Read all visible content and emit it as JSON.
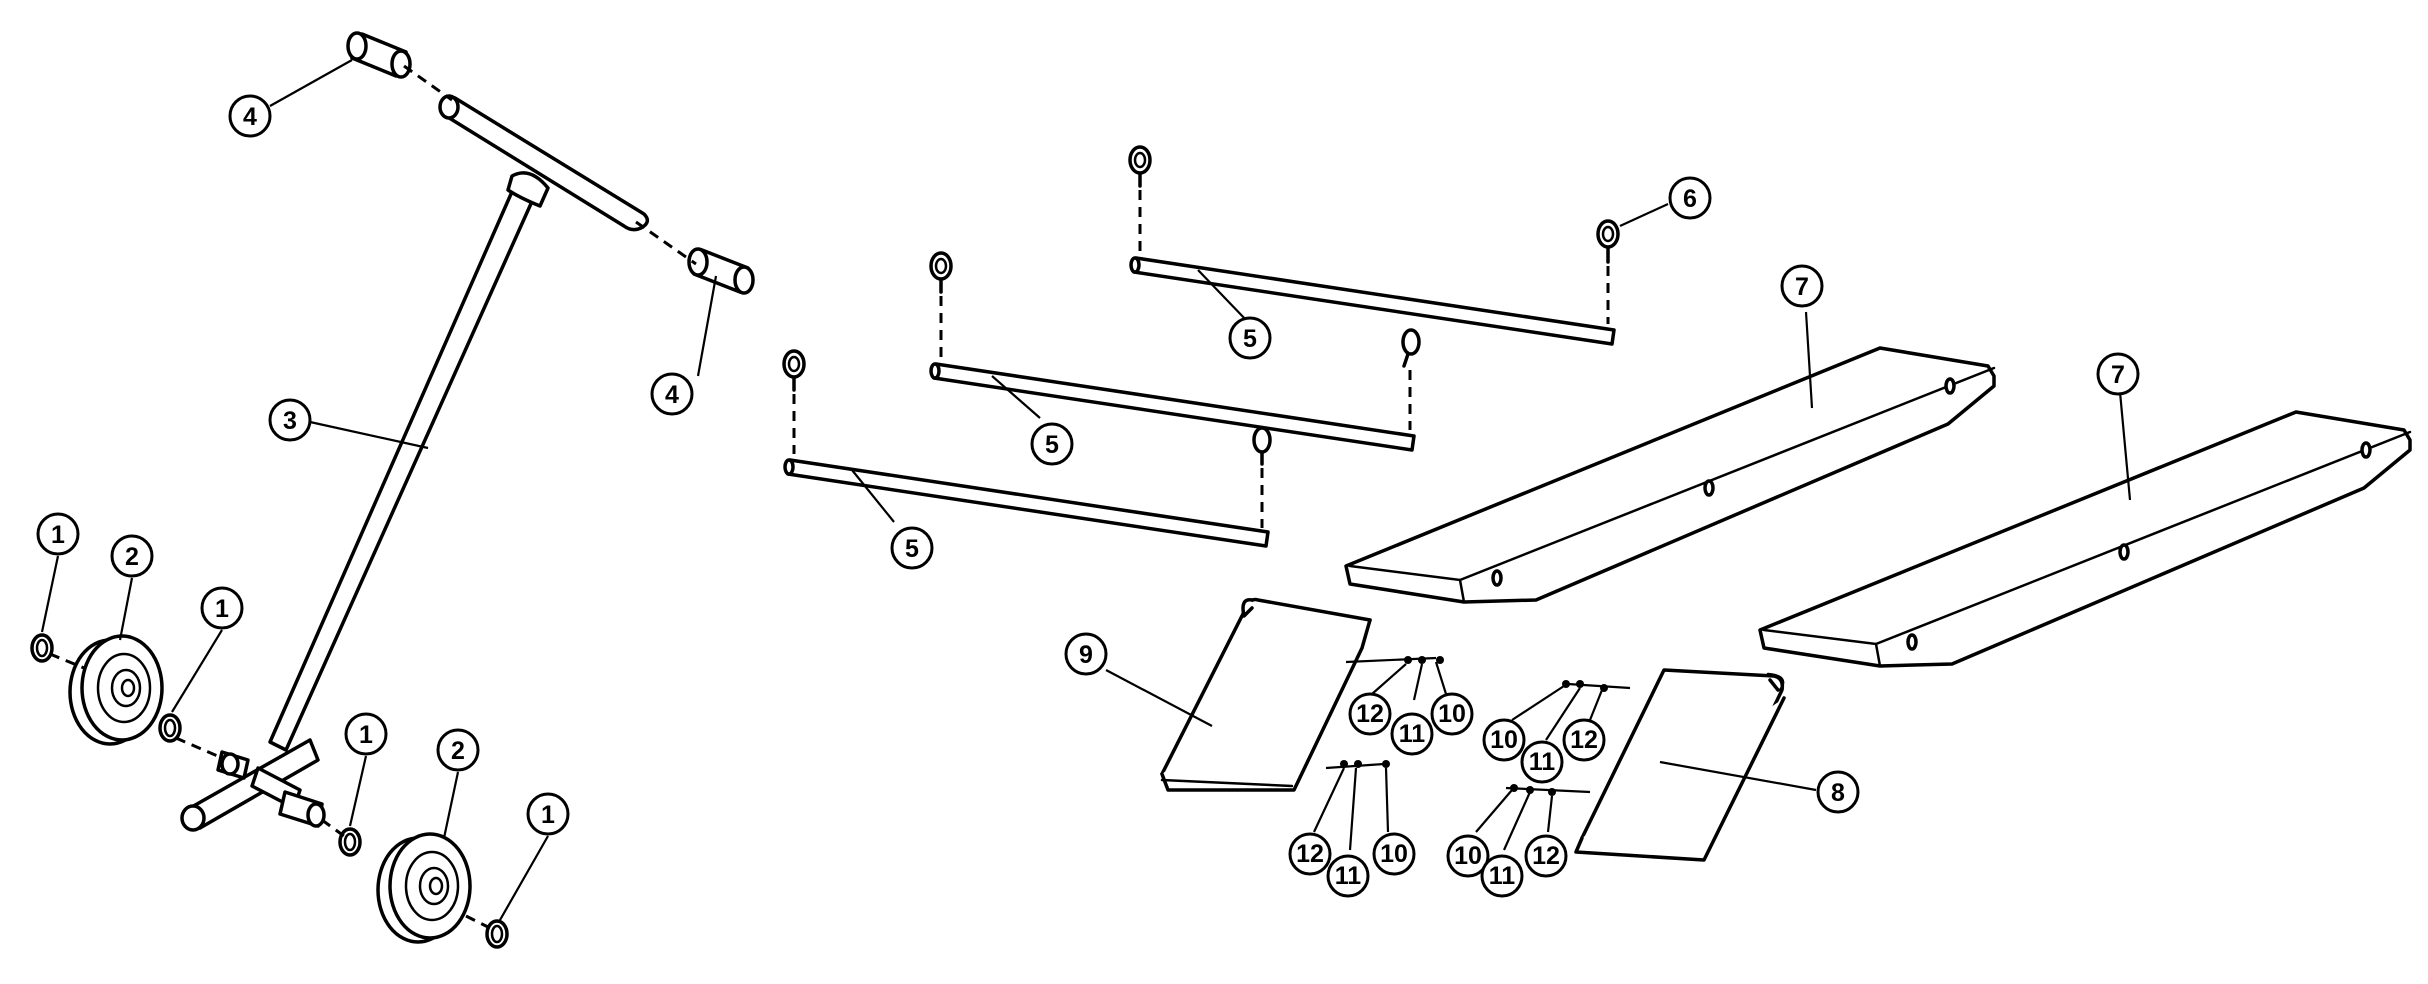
{
  "diagram": {
    "colors": {
      "ink": "#000000",
      "paper": "#ffffff"
    },
    "callouts": [
      {
        "label": "1"
      },
      {
        "label": "1"
      },
      {
        "label": "1"
      },
      {
        "label": "1"
      },
      {
        "label": "2"
      },
      {
        "label": "2"
      },
      {
        "label": "3"
      },
      {
        "label": "4"
      },
      {
        "label": "4"
      },
      {
        "label": "5"
      },
      {
        "label": "5"
      },
      {
        "label": "5"
      },
      {
        "label": "6"
      },
      {
        "label": "7"
      },
      {
        "label": "7"
      },
      {
        "label": "8"
      },
      {
        "label": "9"
      },
      {
        "label": "10"
      },
      {
        "label": "10"
      },
      {
        "label": "10"
      },
      {
        "label": "10"
      },
      {
        "label": "11"
      },
      {
        "label": "11"
      },
      {
        "label": "11"
      },
      {
        "label": "11"
      },
      {
        "label": "12"
      },
      {
        "label": "12"
      },
      {
        "label": "12"
      },
      {
        "label": "12"
      }
    ]
  }
}
